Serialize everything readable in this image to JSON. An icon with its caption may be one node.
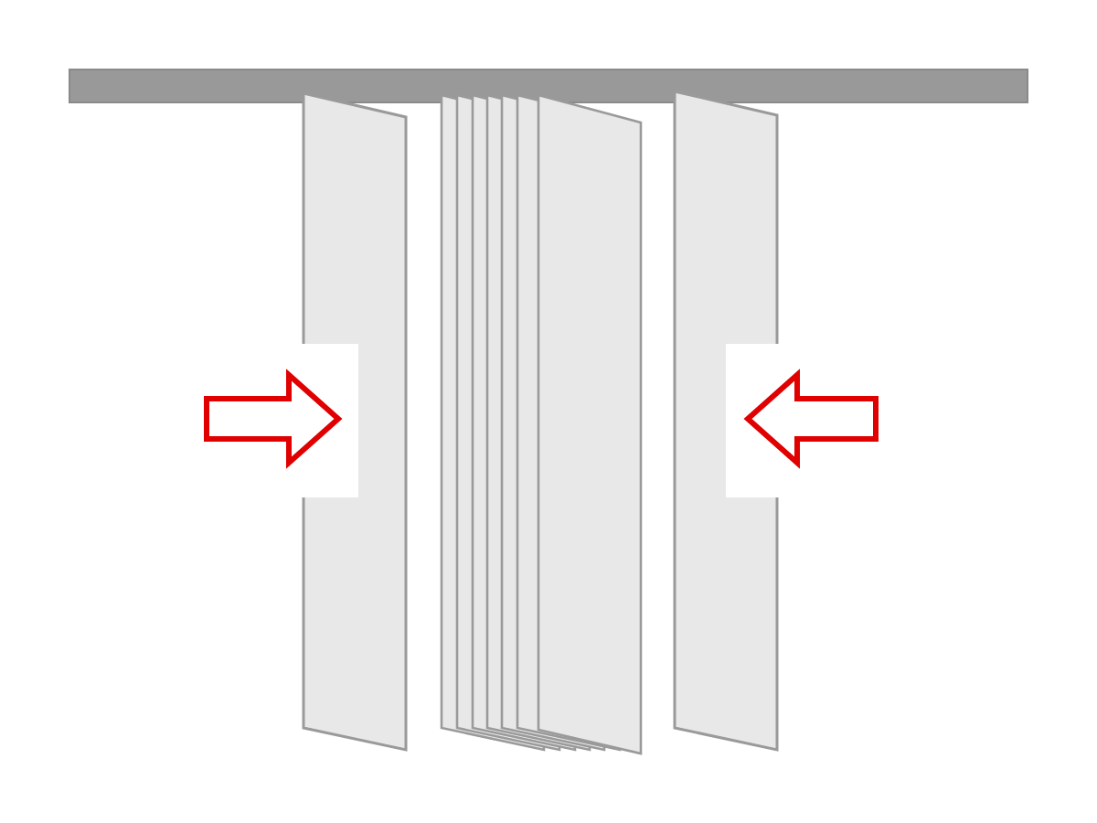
{
  "diagram": {
    "nodes": [
      {
        "text": [],
        "shape": "bar"
      },
      {
        "text": [],
        "shape": "box"
      },
      {
        "text": [],
        "shape": "box"
      },
      {
        "text": [],
        "shape": "box"
      },
      {
        "text": [],
        "shape": "box"
      },
      {
        "text": [],
        "shape": "box"
      },
      {
        "text": [],
        "shape": "box"
      },
      {
        "text": [],
        "shape": "box"
      },
      {
        "text": [],
        "shape": "box"
      },
      {
        "text": [],
        "shape": "box"
      }
    ]
  }
}
